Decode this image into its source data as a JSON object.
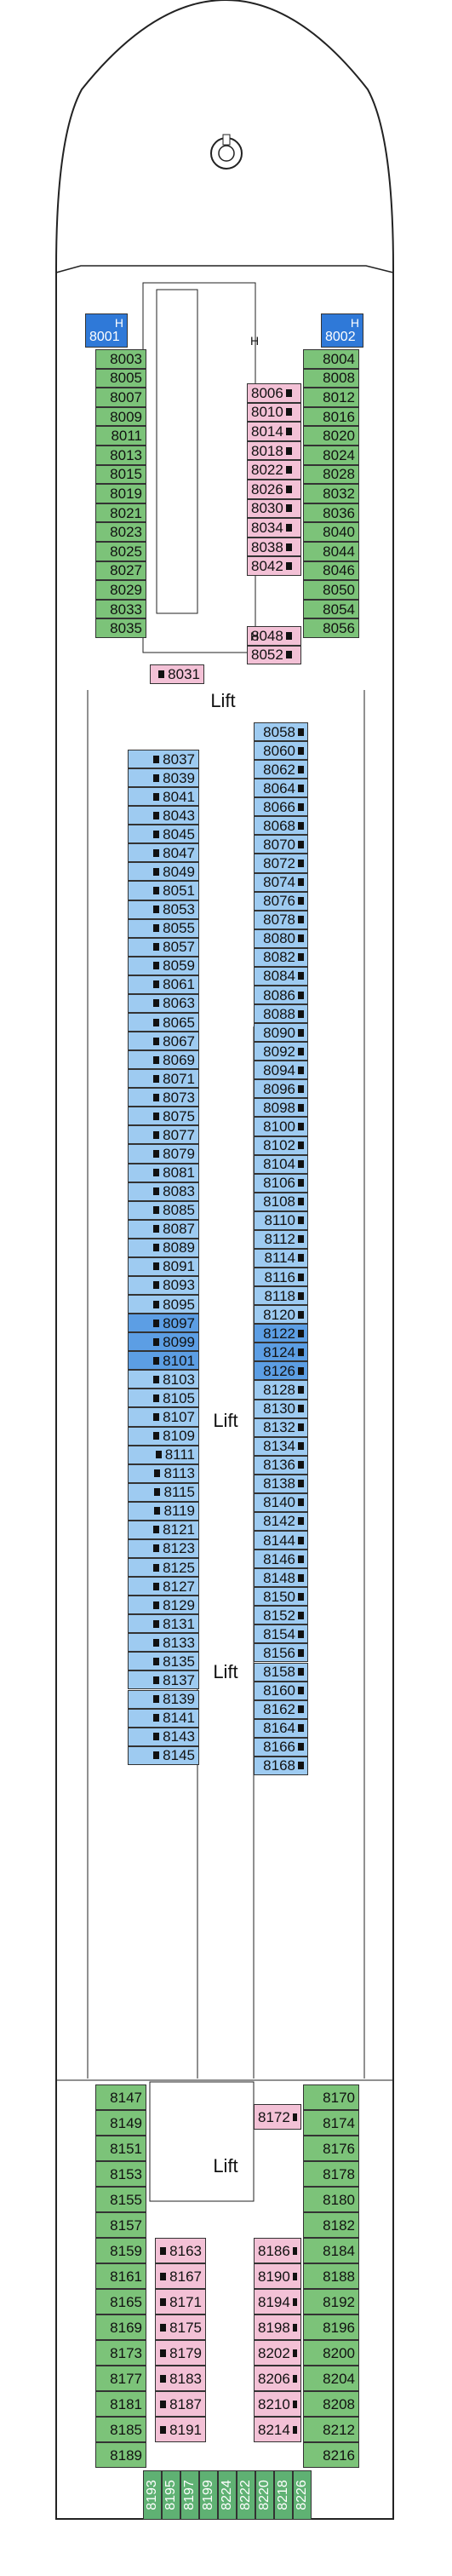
{
  "deck": {
    "lift_label": "Lift",
    "accessible_mark": "H",
    "suites": [
      "8001",
      "8002"
    ],
    "cabins": {
      "left_outer": [
        "8003",
        "8005",
        "8007",
        "8009",
        "8011",
        "8013",
        "8015",
        "8019",
        "8021",
        "8023",
        "8025",
        "8027",
        "8029",
        "8033",
        "8035"
      ],
      "right_outer": [
        "8004",
        "8008",
        "8012",
        "8016",
        "8020",
        "8024",
        "8028",
        "8032",
        "8036",
        "8040",
        "8044",
        "8046",
        "8050",
        "8054",
        "8056"
      ],
      "center_pink": [
        "8006",
        "8010",
        "8014",
        "8018",
        "8022",
        "8026",
        "8030",
        "8034",
        "8038",
        "8042",
        "8048",
        "8052"
      ],
      "single_pink": "8031",
      "left_balcony": [
        "8037",
        "8039",
        "8041",
        "8043",
        "8045",
        "8047",
        "8049",
        "8051",
        "8053",
        "8055",
        "8057",
        "8059",
        "8061",
        "8063",
        "8065",
        "8067",
        "8069",
        "8071",
        "8073",
        "8075",
        "8077",
        "8079",
        "8081",
        "8083",
        "8085",
        "8087",
        "8089",
        "8091",
        "8093",
        "8095",
        "8097",
        "8099",
        "8101",
        "8103",
        "8105",
        "8107",
        "8109",
        "8111",
        "8113",
        "8115",
        "8119",
        "8121",
        "8123",
        "8125",
        "8127",
        "8129",
        "8131",
        "8133",
        "8135",
        "8137",
        "8139",
        "8141",
        "8143",
        "8145"
      ],
      "right_balcony": [
        "8058",
        "8060",
        "8062",
        "8064",
        "8066",
        "8068",
        "8070",
        "8072",
        "8074",
        "8076",
        "8078",
        "8080",
        "8082",
        "8084",
        "8086",
        "8088",
        "8090",
        "8092",
        "8094",
        "8096",
        "8098",
        "8100",
        "8102",
        "8104",
        "8106",
        "8108",
        "8110",
        "8112",
        "8114",
        "8116",
        "8118",
        "8120",
        "8122",
        "8124",
        "8126",
        "8128",
        "8130",
        "8132",
        "8134",
        "8136",
        "8138",
        "8140",
        "8142",
        "8144",
        "8146",
        "8148",
        "8150",
        "8152",
        "8154",
        "8156",
        "8158",
        "8160",
        "8162",
        "8164",
        "8166",
        "8168"
      ],
      "aft_left_outer": [
        "8147",
        "8149",
        "8151",
        "8153",
        "8155",
        "8157",
        "8159",
        "8161",
        "8165",
        "8169",
        "8173",
        "8177",
        "8181",
        "8185",
        "8189"
      ],
      "aft_right_outer": [
        "8170",
        "8174",
        "8176",
        "8178",
        "8180",
        "8182",
        "8184",
        "8188",
        "8192",
        "8196",
        "8200",
        "8204",
        "8208",
        "8212",
        "8216"
      ],
      "aft_pink_left": [
        "8163",
        "8167",
        "8171",
        "8175",
        "8179",
        "8183",
        "8187",
        "8191"
      ],
      "aft_pink_right": [
        "8186",
        "8190",
        "8194",
        "8198",
        "8202",
        "8206",
        "8210",
        "8214"
      ],
      "aft_single_pink": "8172",
      "stern": [
        "8193",
        "8195",
        "8197",
        "8199",
        "8224",
        "8222",
        "8220",
        "8218",
        "8226"
      ]
    }
  }
}
